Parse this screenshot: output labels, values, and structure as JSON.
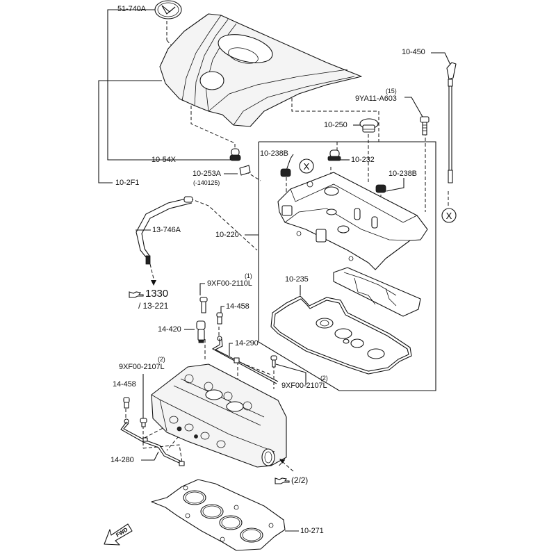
{
  "diagram": {
    "title": "Cylinder Head Cover & Cylinder Head Parts Diagram",
    "labels": {
      "p51_740A": "51-740A",
      "p10_450": "10-450",
      "qty15": "(15)",
      "p9YA11_A603": "9YA11-A603",
      "p10_250": "10-250",
      "p10_238B_left": "10-238B",
      "p10_232": "10-232",
      "p10_238B_right": "10-238B",
      "p10_54X": "10-54X",
      "p10_253A": "10-253A",
      "p10_253A_note": "(-140125)",
      "p10_2F1": "10-2F1",
      "p13_746A": "13-746A",
      "p10_220": "10-220",
      "ref_1330": "1330",
      "ref_13_221": "/ 13-221",
      "qty1": "(1)",
      "p9XF00_2110L": "9XF00-2110L",
      "p10_235": "10-235",
      "p14_458_top": "14-458",
      "p14_420": "14-420",
      "p14_290": "14-290",
      "qty2_left": "(2)",
      "p9XF00_2107L_left": "9XF00-2107L",
      "qty2_right": "(2)",
      "p9XF00_2107L_right": "9XF00-2107L",
      "p14_458_bottom": "14-458",
      "p14_280": "14-280",
      "ref_2_2": "(2/2)",
      "p10_271": "10-271",
      "fwd": "FWD",
      "not_supplied_mark": "X"
    },
    "icons": {
      "pointing_hand": "pointing-hand-icon",
      "fwd_arrow": "fwd-arrow-icon",
      "not_supplied": "circle-x-icon"
    }
  }
}
